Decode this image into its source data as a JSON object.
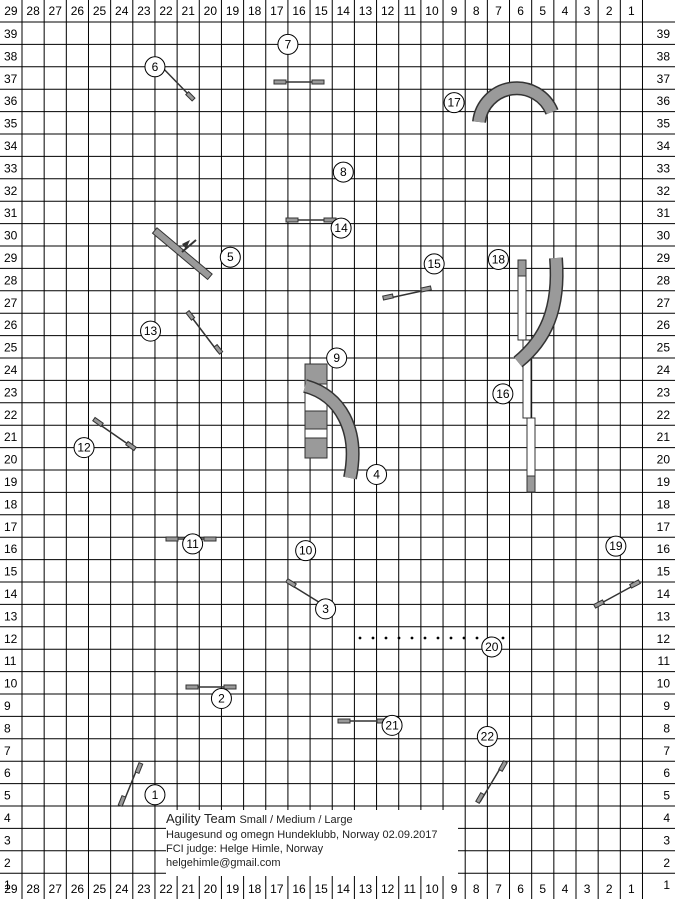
{
  "grid": {
    "column_labels": [
      29,
      28,
      27,
      26,
      25,
      24,
      23,
      22,
      21,
      20,
      19,
      18,
      17,
      16,
      15,
      14,
      13,
      12,
      11,
      10,
      9,
      8,
      7,
      6,
      5,
      4,
      3,
      2,
      1
    ],
    "row_labels": [
      39,
      38,
      37,
      36,
      35,
      34,
      33,
      32,
      31,
      30,
      29,
      28,
      27,
      26,
      25,
      24,
      23,
      22,
      21,
      20,
      19,
      18,
      17,
      16,
      15,
      14,
      13,
      12,
      11,
      10,
      9,
      8,
      7,
      6,
      5,
      4,
      3,
      2,
      1
    ]
  },
  "obstacle_numbers": [
    {
      "label": "1",
      "col": 23,
      "row": 4.5
    },
    {
      "label": "2",
      "col": 20,
      "row": 8.8
    },
    {
      "label": "3",
      "col": 15.3,
      "row": 12.8
    },
    {
      "label": "4",
      "col": 13,
      "row": 18.8
    },
    {
      "label": "5",
      "col": 19.6,
      "row": 28.5
    },
    {
      "label": "6",
      "col": 23,
      "row": 37
    },
    {
      "label": "7",
      "col": 17,
      "row": 38
    },
    {
      "label": "8",
      "col": 14.5,
      "row": 32.3
    },
    {
      "label": "9",
      "col": 14.8,
      "row": 24
    },
    {
      "label": "10",
      "col": 16.2,
      "row": 15.4
    },
    {
      "label": "11",
      "col": 21.3,
      "row": 15.7
    },
    {
      "label": "12",
      "col": 26.2,
      "row": 20
    },
    {
      "label": "13",
      "col": 23.2,
      "row": 25.2
    },
    {
      "label": "14",
      "col": 14.6,
      "row": 29.8
    },
    {
      "label": "15",
      "col": 10.4,
      "row": 28.2
    },
    {
      "label": "16",
      "col": 7.3,
      "row": 22.4
    },
    {
      "label": "17",
      "col": 9.5,
      "row": 35.4
    },
    {
      "label": "18",
      "col": 7.5,
      "row": 28.4
    },
    {
      "label": "19",
      "col": 2.2,
      "row": 15.6
    },
    {
      "label": "20",
      "col": 7.8,
      "row": 11.1
    },
    {
      "label": "21",
      "col": 12.3,
      "row": 7.6
    },
    {
      "label": "22",
      "col": 8,
      "row": 7.1
    }
  ],
  "course_info": {
    "title": "Agility Team",
    "sizes": "Small / Medium / Large",
    "club_line": "Haugesund og omegn Hundeklubb, Norway 02.09.2017",
    "judge_line": "FCI judge: Helge Himle, Norway",
    "email": "helgehimle@gmail.com"
  }
}
